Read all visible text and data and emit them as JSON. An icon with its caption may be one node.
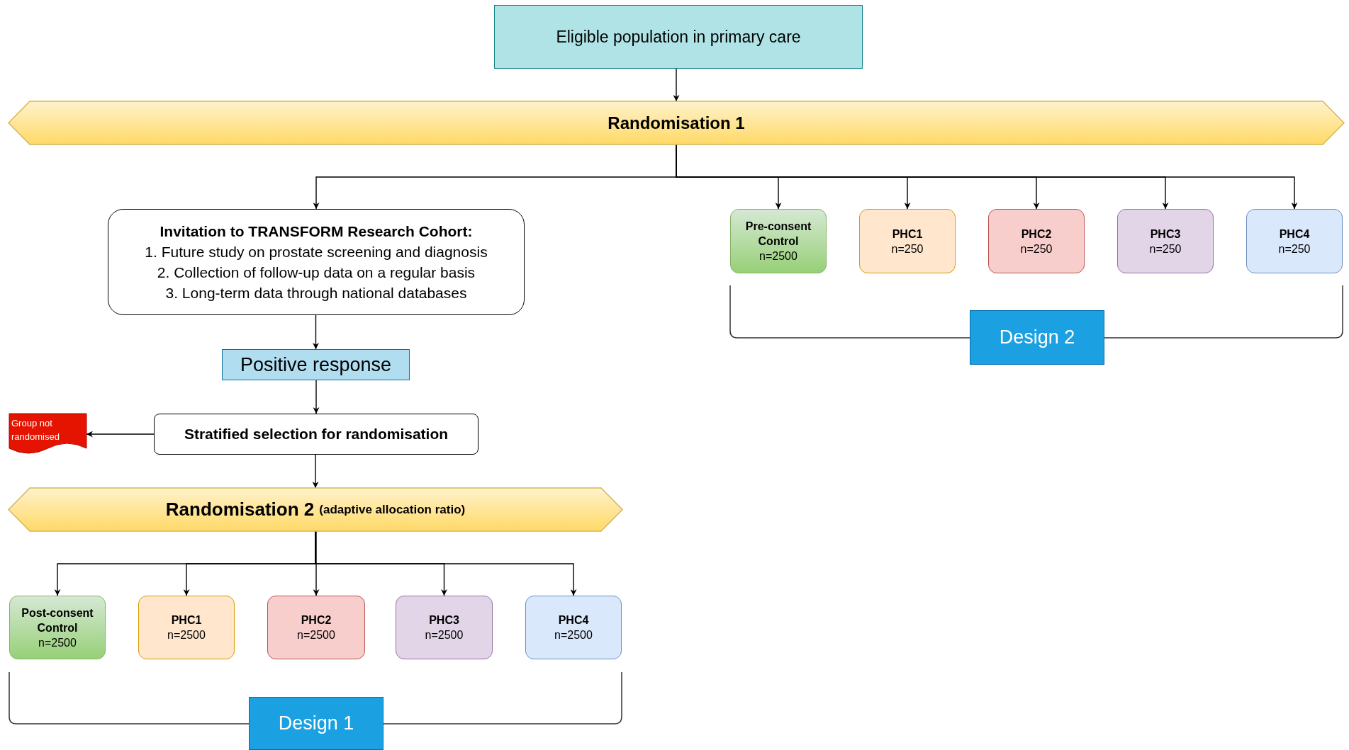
{
  "diagram": {
    "nodes": [
      {
        "text": [
          "Eligible population in primary care"
        ]
      },
      {
        "text": [
          "Randomisation 1"
        ]
      },
      {
        "text": [
          "Invitation to TRANSFORM Research Cohort:",
          "1. Future study on prostate screening and diagnosis",
          "2. Collection of follow-up data on a regular basis",
          "3. Long-term data through national databases"
        ]
      },
      {
        "text": [
          "Pre-consent Control",
          "n=2500"
        ]
      },
      {
        "text": [
          "PHC1",
          "n=250"
        ]
      },
      {
        "text": [
          "PHC2",
          "n=250"
        ]
      },
      {
        "text": [
          "PHC3",
          "n=250"
        ]
      },
      {
        "text": [
          "PHC4",
          "n=250"
        ]
      },
      {
        "text": [
          "Design 2"
        ]
      },
      {
        "text": [
          "Positive response"
        ]
      },
      {
        "text": [
          "Group not randomised"
        ]
      },
      {
        "text": [
          "Stratified selection for randomisation"
        ]
      },
      {
        "text": [
          "Randomisation 2",
          "(adaptive allocation ratio)"
        ]
      },
      {
        "text": [
          "Post-consent Control",
          "n=2500"
        ]
      },
      {
        "text": [
          "PHC1",
          "n=2500"
        ]
      },
      {
        "text": [
          "PHC2",
          "n=2500"
        ]
      },
      {
        "text": [
          "PHC3",
          "n=2500"
        ]
      },
      {
        "text": [
          "PHC4",
          "n=2500"
        ]
      },
      {
        "text": [
          "Design 1"
        ]
      }
    ],
    "edges": [
      {
        "from": 0,
        "to": 1,
        "arrow": "to"
      },
      {
        "from": 1,
        "to": 2,
        "arrow": "to"
      },
      {
        "from": 1,
        "to": 3,
        "arrow": "to"
      },
      {
        "from": 1,
        "to": 4,
        "arrow": "to"
      },
      {
        "from": 1,
        "to": 5,
        "arrow": "to"
      },
      {
        "from": 1,
        "to": 6,
        "arrow": "to"
      },
      {
        "from": 1,
        "to": 7,
        "arrow": "to"
      },
      {
        "from": 2,
        "to": 9,
        "arrow": "to"
      },
      {
        "from": 9,
        "to": 11,
        "arrow": "to"
      },
      {
        "from": 11,
        "to": 10,
        "arrow": "to"
      },
      {
        "from": 11,
        "to": 12,
        "arrow": "to"
      },
      {
        "from": 12,
        "to": 13,
        "arrow": "to"
      },
      {
        "from": 12,
        "to": 14,
        "arrow": "to"
      },
      {
        "from": 12,
        "to": 15,
        "arrow": "to"
      },
      {
        "from": 12,
        "to": 16,
        "arrow": "to"
      },
      {
        "from": 12,
        "to": 17,
        "arrow": "to"
      }
    ]
  }
}
